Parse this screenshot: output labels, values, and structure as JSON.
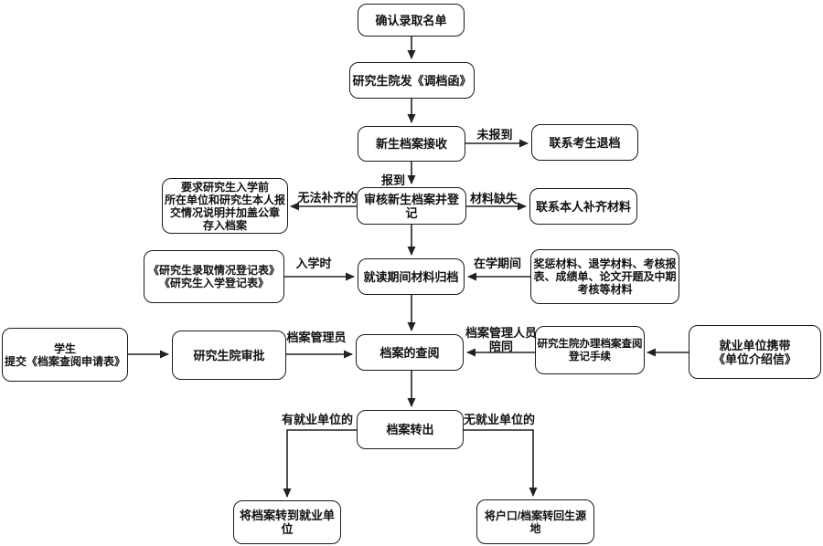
{
  "diagram": {
    "nodes": {
      "confirm_list": "确认录取名单",
      "send_letter": "研究生院发《调档函》",
      "receive_archive": "新生档案接收",
      "contact_withdraw": "联系考生退档",
      "review_register": "审核新生档案并登记",
      "require_statement": "要求研究生入学前\n所在单位和研究生本人报\n交情况说明并加盖公章\n存入档案",
      "contact_complete": "联系本人补齐材料",
      "enroll_forms": "《研究生录取情况登记表》\n《研究生入学登记表》",
      "archive_during_study": "就读期间材料归档",
      "study_materials": "奖惩材料、退学材料、考核报\n表、成绩单、论文开题及中期\n考核等材料",
      "student_submit": "学生\n提交《档案查阅申请表》",
      "gs_approval": "研究生院审批",
      "archive_view": "档案的查阅",
      "gs_register_procedure": "研究生院办理档案查阅\n登记手续",
      "employer_letter": "就业单位携带\n《单位介绍信》",
      "archive_transfer_out": "档案转出",
      "to_employer": "将档案转到就业单位",
      "to_origin": "将户口/档案转回生源地"
    },
    "edge_labels": {
      "not_reported": "未报到",
      "reported": "报到",
      "material_missing": "材料缺失",
      "cannot_complete": "无法补齐的",
      "at_enrollment": "入学时",
      "during_study": "在学期间",
      "archive_manager": "档案管理员",
      "staff_accompany": "档案管理人员\n陪同",
      "has_employer": "有就业单位的",
      "no_employer": "无就业单位的"
    },
    "edges": [
      {
        "from": "confirm_list",
        "to": "send_letter",
        "label": ""
      },
      {
        "from": "send_letter",
        "to": "receive_archive",
        "label": ""
      },
      {
        "from": "receive_archive",
        "to": "contact_withdraw",
        "label": "未报到"
      },
      {
        "from": "receive_archive",
        "to": "review_register",
        "label": "报到"
      },
      {
        "from": "review_register",
        "to": "contact_complete",
        "label": "材料缺失"
      },
      {
        "from": "review_register",
        "to": "require_statement",
        "label": "无法补齐的"
      },
      {
        "from": "review_register",
        "to": "archive_during_study",
        "label": ""
      },
      {
        "from": "enroll_forms",
        "to": "archive_during_study",
        "label": "入学时"
      },
      {
        "from": "study_materials",
        "to": "archive_during_study",
        "label": "在学期间"
      },
      {
        "from": "archive_during_study",
        "to": "archive_view",
        "label": ""
      },
      {
        "from": "student_submit",
        "to": "gs_approval",
        "label": ""
      },
      {
        "from": "gs_approval",
        "to": "archive_view",
        "label": "档案管理员"
      },
      {
        "from": "employer_letter",
        "to": "gs_register_procedure",
        "label": ""
      },
      {
        "from": "gs_register_procedure",
        "to": "archive_view",
        "label": "档案管理人员陪同"
      },
      {
        "from": "archive_view",
        "to": "archive_transfer_out",
        "label": ""
      },
      {
        "from": "archive_transfer_out",
        "to": "to_employer",
        "label": "有就业单位的"
      },
      {
        "from": "archive_transfer_out",
        "to": "to_origin",
        "label": "无就业单位的"
      }
    ],
    "colors": {
      "line": "#222222",
      "box_border": "#1a1a1a",
      "box_fill": "#ffffff",
      "text": "#111111",
      "background": "#ffffff"
    }
  }
}
